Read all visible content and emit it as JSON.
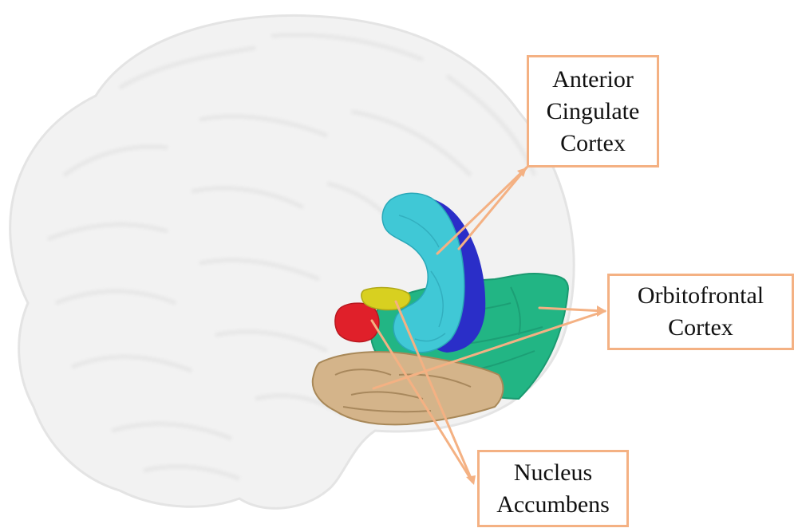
{
  "colors": {
    "accent": "#f4b183",
    "brain": "#f1f1f1",
    "brain_shadow": "#e2e2e2",
    "acc_light": "#40c8d6",
    "acc_dark": "#2a2ec8",
    "ofc": "#22b584",
    "nacc_red": "#e0202a",
    "nacc_yellow": "#d8d020",
    "temporal": "#d4b48a"
  },
  "labels": {
    "acc": {
      "lines": [
        "Anterior",
        "Cingulate",
        "Cortex"
      ]
    },
    "ofc": {
      "lines": [
        "Orbitofrontal",
        "Cortex"
      ]
    },
    "nacc": {
      "lines": [
        "Nucleus",
        "Accumbens"
      ]
    }
  }
}
